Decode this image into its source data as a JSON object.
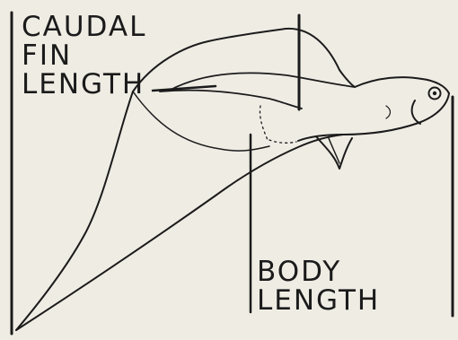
{
  "labels": {
    "caudal_fin_length": [
      "CAUDAL",
      "FIN",
      "LENGTH"
    ],
    "body_length": [
      "BODY",
      "LENGTH"
    ]
  },
  "colors": {
    "ink": "#1b1b1b",
    "paper": "#efece4"
  }
}
